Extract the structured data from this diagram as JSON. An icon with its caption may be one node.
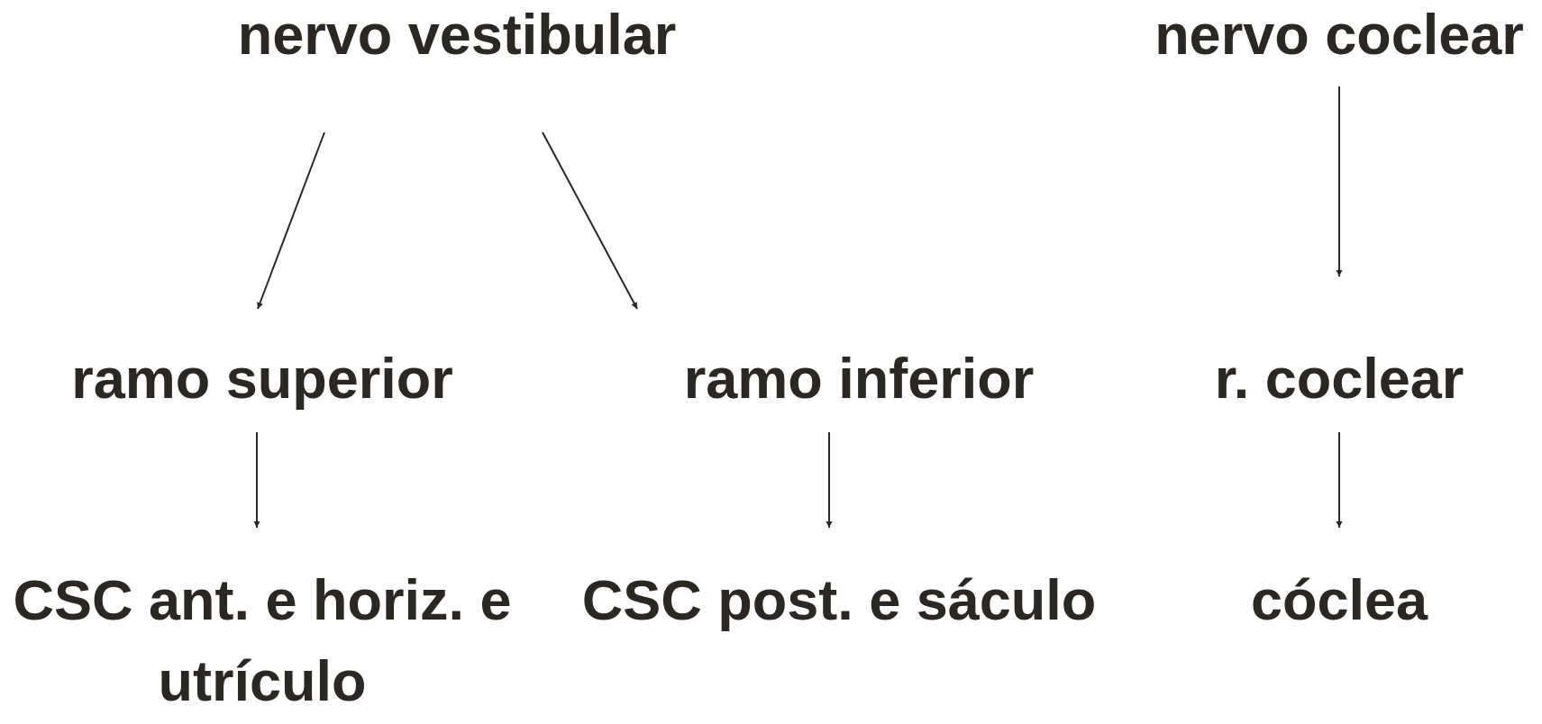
{
  "diagram": {
    "nodes": [
      {
        "text": [
          "nervo vestibular"
        ]
      },
      {
        "text": [
          "nervo coclear"
        ]
      },
      {
        "text": [
          "ramo superior"
        ]
      },
      {
        "text": [
          "ramo inferior"
        ]
      },
      {
        "text": [
          "r. coclear"
        ]
      },
      {
        "text": [
          "CSC ant. e horiz. e utrículo"
        ]
      },
      {
        "text": [
          "CSC post. e sáculo"
        ]
      },
      {
        "text": [
          "cóclea"
        ]
      }
    ],
    "edges": [
      {
        "from": 0,
        "to": 2,
        "arrow": "to"
      },
      {
        "from": 0,
        "to": 3,
        "arrow": "to"
      },
      {
        "from": 1,
        "to": 4,
        "arrow": "to"
      },
      {
        "from": 2,
        "to": 5,
        "arrow": "to"
      },
      {
        "from": 3,
        "to": 6,
        "arrow": "to"
      },
      {
        "from": 4,
        "to": 7,
        "arrow": "to"
      }
    ]
  }
}
